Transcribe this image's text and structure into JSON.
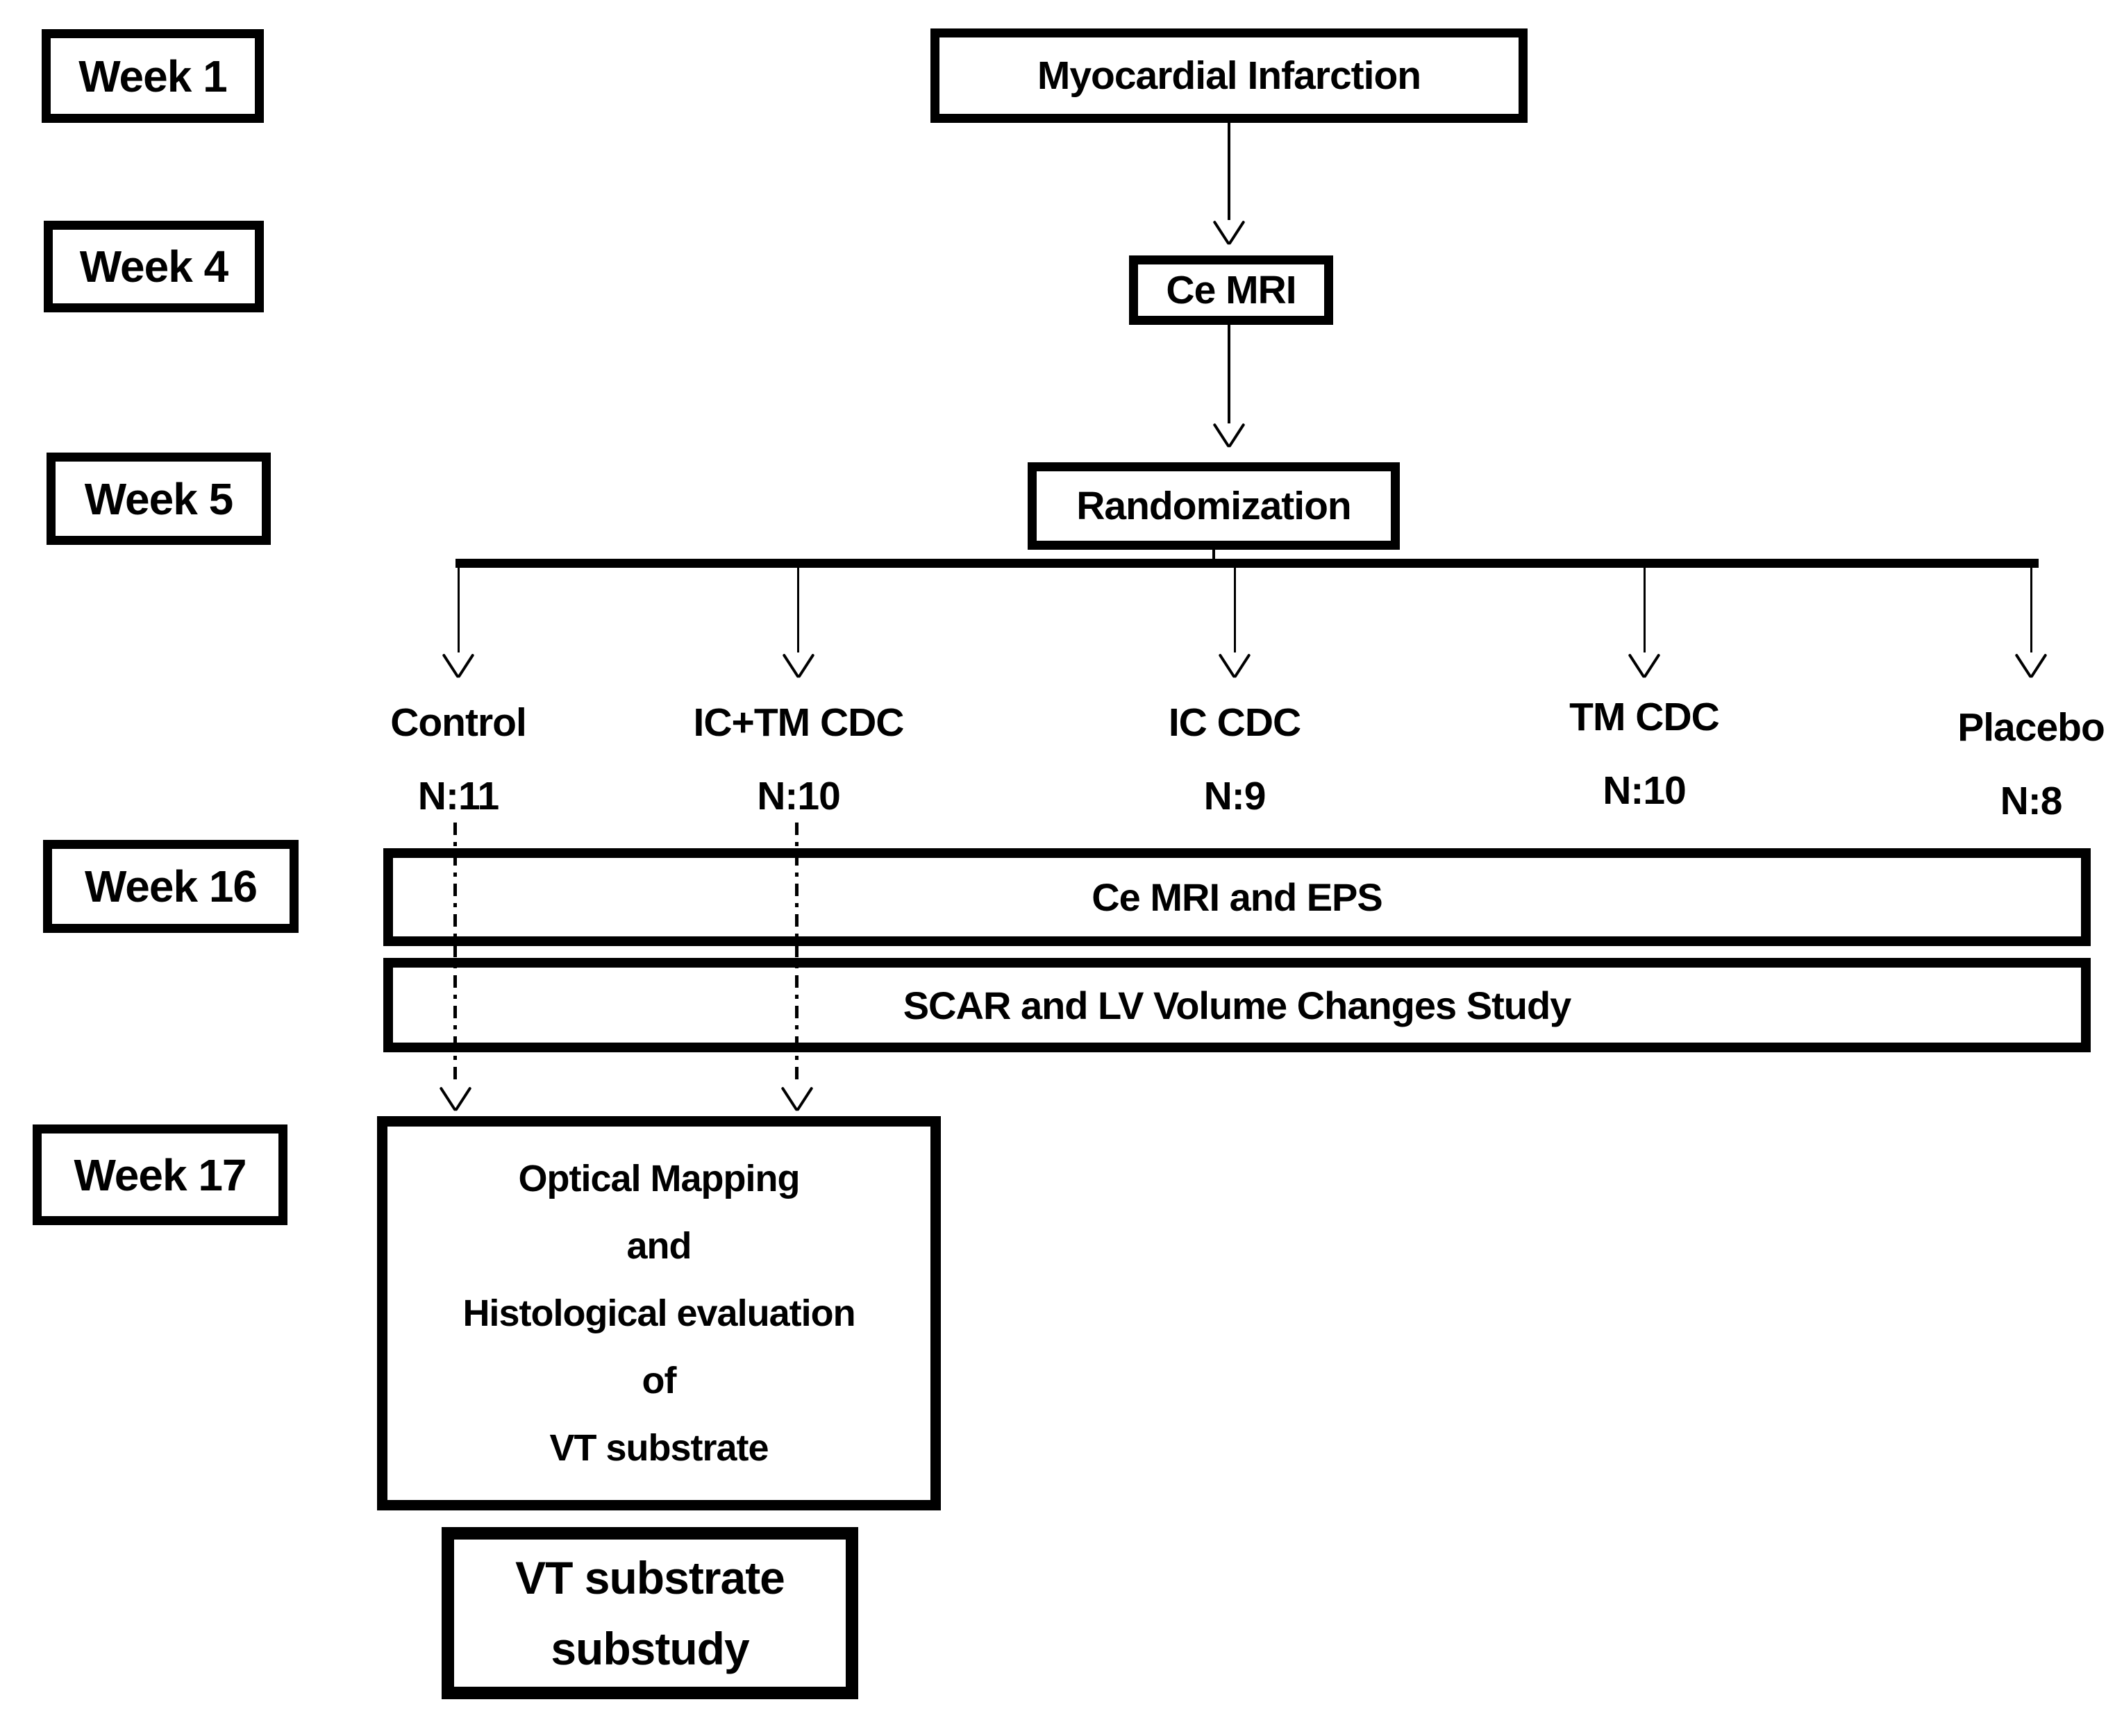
{
  "weeks": {
    "w1": "Week 1",
    "w4": "Week 4",
    "w5": "Week 5",
    "w16": "Week 16",
    "w17": "Week 17"
  },
  "nodes": {
    "myocardial_infarction": "Myocardial Infarction",
    "ce_mri": "Ce MRI",
    "randomization": "Randomization",
    "ce_mri_eps": "Ce MRI and EPS",
    "scar_lv": "SCAR and LV Volume Changes Study"
  },
  "week17_box_lines": [
    "Optical Mapping",
    "and",
    "Histological evaluation",
    "of",
    "VT substrate"
  ],
  "vt_substudy": {
    "line1": "VT substrate",
    "line2": "substudy"
  },
  "arms": [
    {
      "name": "Control",
      "n": "N:11"
    },
    {
      "name": "IC+TM CDC",
      "n": "N:10"
    },
    {
      "name": "IC CDC",
      "n": "N:9"
    },
    {
      "name": "TM CDC",
      "n": "N:10"
    },
    {
      "name": "Placebo",
      "n": "N:8"
    }
  ],
  "colors": {
    "ink": "#000000",
    "background": "#ffffff"
  }
}
